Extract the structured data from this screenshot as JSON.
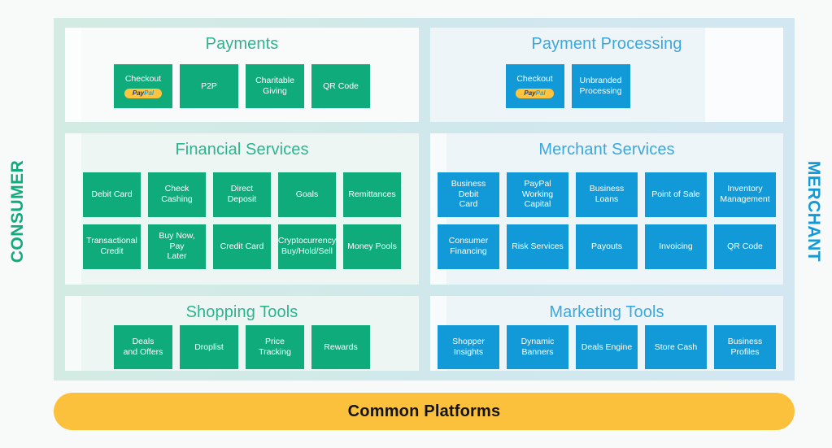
{
  "colors": {
    "green": "#10ab7b",
    "green_title": "#2cb48c",
    "blue": "#129ad8",
    "blue_title": "#3aa8de",
    "amber": "#fbc13c",
    "frame_left": "#d4ebe4",
    "frame_right": "#d3e7f2",
    "page_background": "#f8faf9"
  },
  "side_labels": {
    "left": "CONSUMER",
    "right": "MERCHANT"
  },
  "panels": {
    "payments": {
      "title": "Payments",
      "side": "consumer",
      "tiles": [
        {
          "label": "Checkout",
          "badge": {
            "pay": "Pay",
            "pal": "Pal"
          }
        },
        {
          "label": "P2P"
        },
        {
          "label": "Charitable\nGiving"
        },
        {
          "label": "QR Code"
        }
      ]
    },
    "payment_processing": {
      "title": "Payment Processing",
      "side": "merchant",
      "tiles": [
        {
          "label": "Checkout",
          "badge": {
            "pay": "Pay",
            "pal": "Pal"
          }
        },
        {
          "label": "Unbranded\nProcessing"
        }
      ]
    },
    "financial_services": {
      "title": "Financial Services",
      "side": "consumer",
      "rows": [
        [
          {
            "label": "Debit Card"
          },
          {
            "label": "Check Cashing"
          },
          {
            "label": "Direct Deposit"
          },
          {
            "label": "Goals"
          },
          {
            "label": "Remittances"
          }
        ],
        [
          {
            "label": "Transactional\nCredit"
          },
          {
            "label": "Buy Now, Pay\nLater"
          },
          {
            "label": "Credit Card"
          },
          {
            "label": "Cryptocurrency\nBuy/Hold/Sell"
          },
          {
            "label": "Money Pools"
          }
        ]
      ]
    },
    "merchant_services": {
      "title": "Merchant Services",
      "side": "merchant",
      "rows": [
        [
          {
            "label": "Business Debit\nCard"
          },
          {
            "label": "PayPal\nWorking\nCapital"
          },
          {
            "label": "Business\nLoans"
          },
          {
            "label": "Point of Sale"
          },
          {
            "label": "Inventory\nManagement"
          }
        ],
        [
          {
            "label": "Consumer\nFinancing"
          },
          {
            "label": "Risk Services"
          },
          {
            "label": "Payouts"
          },
          {
            "label": "Invoicing"
          },
          {
            "label": "QR Code"
          }
        ]
      ]
    },
    "shopping_tools": {
      "title": "Shopping Tools",
      "side": "consumer",
      "tiles": [
        {
          "label": "Deals\nand Offers"
        },
        {
          "label": "Droplist"
        },
        {
          "label": "Price Tracking"
        },
        {
          "label": "Rewards"
        }
      ]
    },
    "marketing_tools": {
      "title": "Marketing Tools",
      "side": "merchant",
      "tiles": [
        {
          "label": "Shopper\nInsights"
        },
        {
          "label": "Dynamic\nBanners"
        },
        {
          "label": "Deals Engine"
        },
        {
          "label": "Store Cash"
        },
        {
          "label": "Business\nProfiles"
        }
      ]
    }
  },
  "footer": {
    "label": "Common Platforms"
  }
}
